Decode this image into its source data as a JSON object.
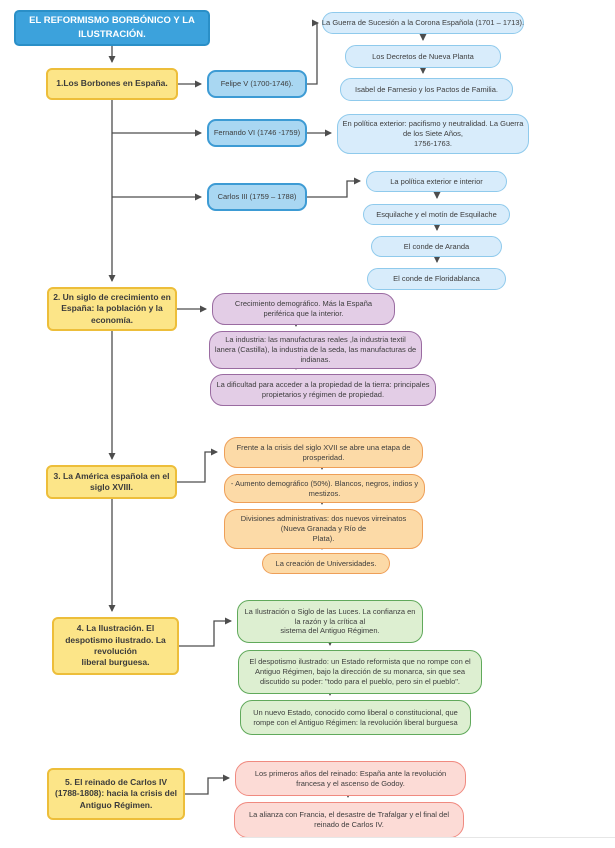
{
  "title": "EL REFORMISMO BORBÓNICO Y LA\nILUSTRACIÓN.",
  "sections": {
    "s1": {
      "label": "1.Los Borbones en España.",
      "kings": [
        "Felipe V (1700-1746).",
        "Fernando VI (1746 -1759)",
        "Carlos III (1759 – 1788)"
      ],
      "felipe_details": [
        "La Guerra de Sucesión a la Corona Española (1701 – 1713).",
        "Los Decretos de Nueva Planta",
        "Isabel de Farnesio y los Pactos de Familia."
      ],
      "fernando_details": [
        "En política exterior: pacifismo y neutralidad. La Guerra\nde los Siete Años,\n1756-1763."
      ],
      "carlos_details": [
        "La política exterior e interior",
        "Esquilache y el motín de Esquilache",
        "El conde de Aranda",
        "El conde de Floridablanca"
      ]
    },
    "s2": {
      "label": "2. Un siglo de crecimiento en\nEspaña: la población y la\neconomía.",
      "details": [
        "Crecimiento demográfico. Más la España\nperiférica que la interior.",
        "La industria: las manufacturas reales ,la industria textil lanera (Castilla), la industria de la seda, las manufacturas de indianas.",
        "La dificultad para acceder a la propiedad de la tierra: principales propietarios y régimen de propiedad."
      ]
    },
    "s3": {
      "label": "3. La América española en el\nsiglo XVIII.",
      "details": [
        "Frente a la crisis del siglo XVII se abre una etapa de\nprosperidad.",
        "- Aumento demográfico (50%). Blancos, negros, indios y\nmestizos.",
        "Divisiones administrativas: dos nuevos virreinatos (Nueva Granada y Río de\nPlata).",
        "La creación de Universidades."
      ]
    },
    "s4": {
      "label": "4. La Ilustración. El\ndespotismo ilustrado. La\nrevolución\nliberal burguesa.",
      "details": [
        "La Ilustración o Siglo de las Luces. La confianza en la razón y la crítica al\nsistema del Antiguo Régimen.",
        "El despotismo ilustrado: un Estado reformista que no rompe con el Antiguo Régimen, bajo la dirección de su monarca, sin que sea discutido su poder: \"todo para el pueblo, pero sin el pueblo\".",
        "Un nuevo Estado, conocido como liberal o constitucional, que rompe con el Antiguo Régimen: la revolución liberal burguesa"
      ]
    },
    "s5": {
      "label": "5. El reinado de Carlos IV\n(1788-1808): hacia la crisis del\nAntiguo Régimen.",
      "details": [
        "Los primeros años del reinado: España ante la revolución\nfrancesa y el ascenso de Godoy.",
        "La alianza con Francia, el desastre de Trafalgar y el final del\nreinado de Carlos IV."
      ]
    }
  },
  "colors": {
    "title_fill": "#3ca2dc",
    "title_border": "#2a8fc7",
    "title_text": "#ffffff",
    "yellow_fill": "#fce588",
    "yellow_border": "#edbe3a",
    "king_fill": "#a9d7f2",
    "king_border": "#3d9bd4",
    "blue_fill": "#d8ecfb",
    "blue_border": "#8fcaec",
    "purple_fill": "#e3cde6",
    "purple_border": "#9a6ba1",
    "orange_fill": "#fcdaa7",
    "orange_border": "#ee9f58",
    "green_fill": "#ddefd1",
    "green_border": "#60a95b",
    "pink_fill": "#fcdbd6",
    "pink_border": "#f08a80",
    "connector": "#4d4d4d",
    "text": "#3d3d3d"
  }
}
